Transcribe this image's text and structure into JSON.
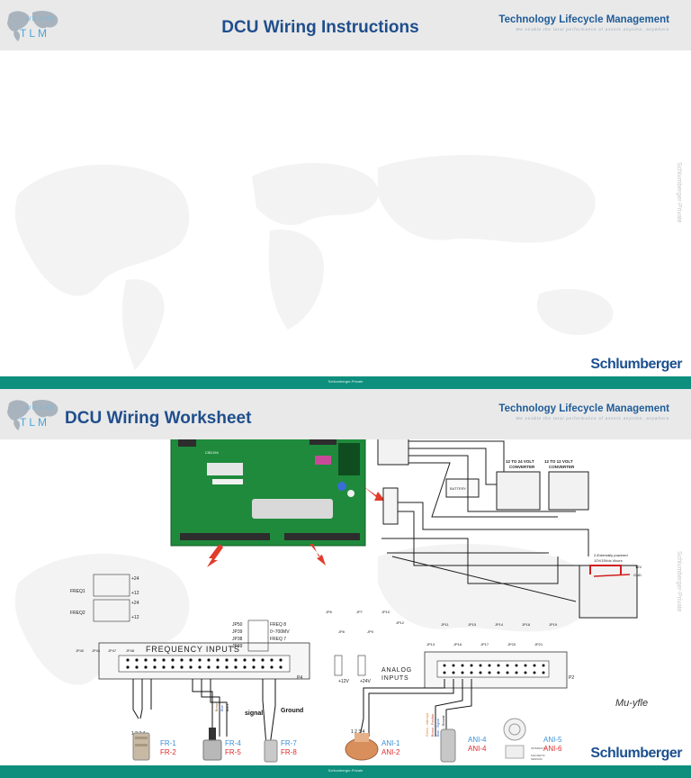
{
  "slide1": {
    "logo": {
      "top": "WE ARE",
      "main": "TLM"
    },
    "title": "DCU Wiring Instructions",
    "brand": "Technology Lifecycle Management",
    "tagline": "We enable the total performance of assets anytime, anywhere",
    "side_watermark": "Schlumberger-Private",
    "company": "Schlumberger",
    "footer": "Schlumberger-Private"
  },
  "slide2": {
    "logo": {
      "top": "WE ARE",
      "main": "TLM"
    },
    "title": "DCU Wiring Worksheet",
    "brand": "Technology Lifecycle Management",
    "tagline": "We enable the total performance of assets anytime, anywhere",
    "side_watermark": "Schlumberger-Private",
    "company": "Schlumberger",
    "footer": "Schlumberger-Private",
    "diagram": {
      "board_label": "C5D194",
      "battery": "BATTERY",
      "converter_1": [
        "12 TO 24 VOLT",
        "CONVERTER"
      ],
      "converter_2": [
        "12 TO 12 VOLT",
        "CONVERTER"
      ],
      "ext_power": [
        "2-Externally powered",
        "12V/15Vdc Vicors"
      ],
      "ext_12v": "12V",
      "ext_gnd": "GND",
      "freq1": "FREQ1",
      "freq2": "FREQ2",
      "plus24": "+24",
      "plus12": "+12",
      "freq_inputs": "FREQUENCY INPUTS",
      "analog_inputs": [
        "ANALOG",
        "INPUTS"
      ],
      "jp_freq": [
        {
          "jp": "JP50",
          "label": "FREQ 8"
        },
        {
          "jp": "JP39",
          "label": "0~700MV"
        },
        {
          "jp": "JP38",
          "label": "FREQ 7"
        },
        {
          "jp": "JP49",
          "label": ""
        }
      ],
      "jp_small_left": [
        "JP40",
        "JP44",
        "JP47",
        "JP48"
      ],
      "jp_analog_top": [
        "JP6",
        "JP7",
        "JP10",
        "JP8",
        "JP9",
        "JP12"
      ],
      "jp_analog_row": [
        "JP11",
        "JP15",
        "JP14",
        "JP18",
        "JP19",
        "JP13",
        "JP16",
        "JP17",
        "JP20",
        "JP21"
      ],
      "power_12": "+12V",
      "power_24": "+24V",
      "p4": "P4",
      "p2": "P2",
      "signal": "signal",
      "ground": "Ground",
      "pins_left": "1 2 3 4",
      "pins_right": "1 2 3 4",
      "wire_colors_1": [
        "Brown",
        "Blue",
        "Black"
      ],
      "wire_colors_2": [
        "Brown - Positive",
        "Blue - Signal",
        "Black - Ground"
      ],
      "wire_colors_3": [
        "Green - Interrupt"
      ],
      "sensors": [
        {
          "top": "FR-1",
          "bottom": "FR-2"
        },
        {
          "top": "FR-4",
          "bottom": "FR-5"
        },
        {
          "top": "FR-7",
          "bottom": "FR-8"
        },
        {
          "top": "ANI-1",
          "bottom": "ANI-2"
        },
        {
          "top": "ANI-4",
          "bottom": "ANI-4"
        },
        {
          "top": "ANI-5",
          "bottom": "ANI-6"
        }
      ],
      "small_labels": [
        "INTERFACE",
        "MAGNETIC",
        "SENSOR"
      ],
      "signature": "Mu-yfle"
    },
    "colors": {
      "title": "#1f4e8c",
      "footer": "#0e8f7e",
      "board": "#1f8a3c",
      "arrow": "#e23b2a",
      "label_blue": "#3a8fd6",
      "label_red": "#e02a2a"
    }
  }
}
